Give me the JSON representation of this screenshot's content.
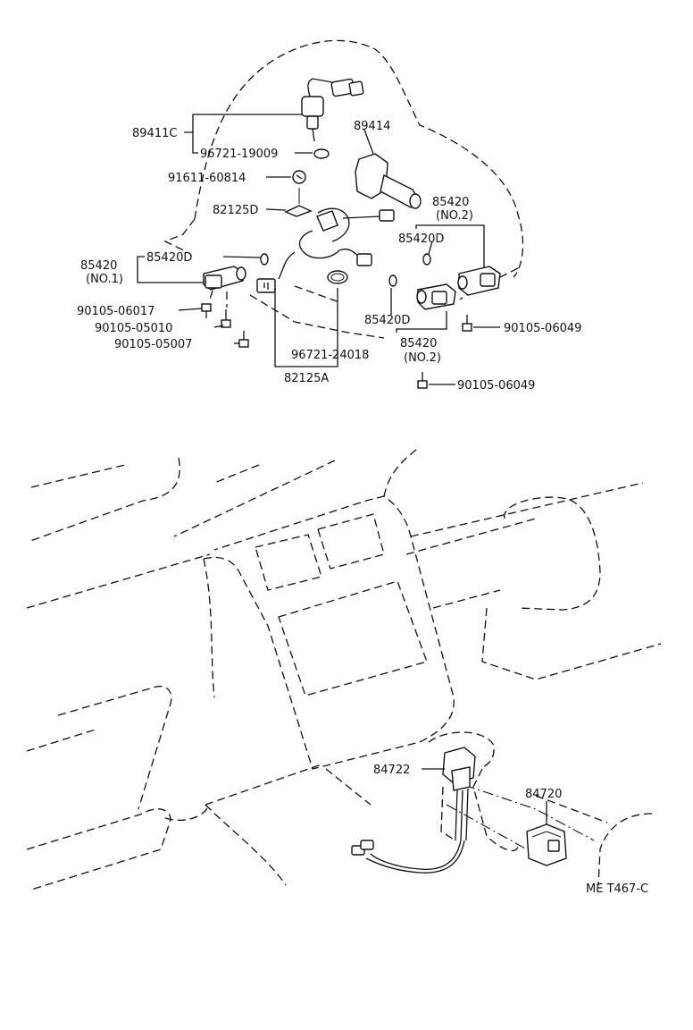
{
  "labels": {
    "p89411c": "89411C",
    "p96721_19009": "96721-19009",
    "p91611_60814": "91611-60814",
    "p82125d": "82125D",
    "p89414": "89414",
    "p85420_r": "85420",
    "p85420_r_no": "(NO.2)",
    "p85420d_r": "85420D",
    "p85420_l": "85420",
    "p85420_l_no": "(NO.1)",
    "p85420d_l": "85420D",
    "p90105_06017": "90105-06017",
    "p90105_05010": "90105-05010",
    "p90105_05007": "90105-05007",
    "p96721_24018": "96721-24018",
    "p82125a": "82125A",
    "p85420d_c": "85420D",
    "p85420_c": "85420",
    "p85420_c_no": "(NO.2)",
    "p90105_06049_a": "90105-06049",
    "p90105_06049_b": "90105-06049",
    "p84722": "84722",
    "p84720": "84720",
    "ref": "ME T467-C"
  }
}
